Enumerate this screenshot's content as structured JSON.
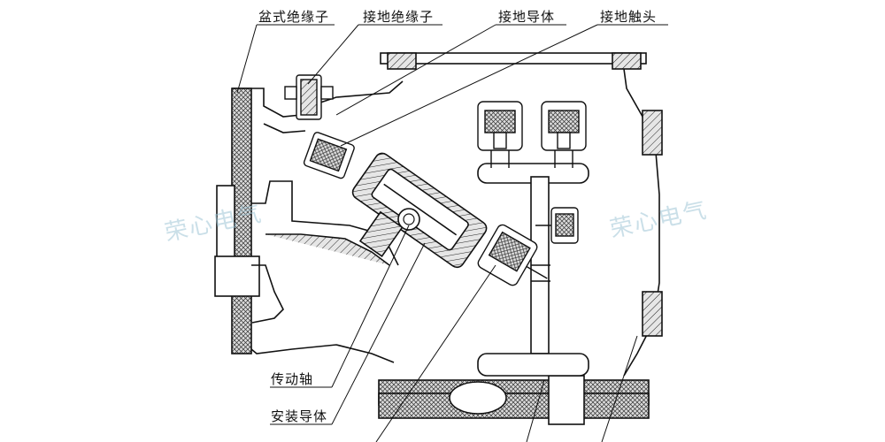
{
  "labels": {
    "basin_insulator": "盆式绝缘子",
    "ground_insulator": "接地绝缘子",
    "ground_conductor": "接地导体",
    "ground_contact": "接地触头",
    "drive_shaft": "传动轴",
    "mount_conductor": "安装导体"
  },
  "watermark": {
    "left": "荣心电气",
    "right": "荣心电气"
  },
  "colors": {
    "line": "#111111",
    "hatch_fill": "#d9d9d9",
    "background": "#ffffff",
    "watermark": "#9fc6d6"
  }
}
